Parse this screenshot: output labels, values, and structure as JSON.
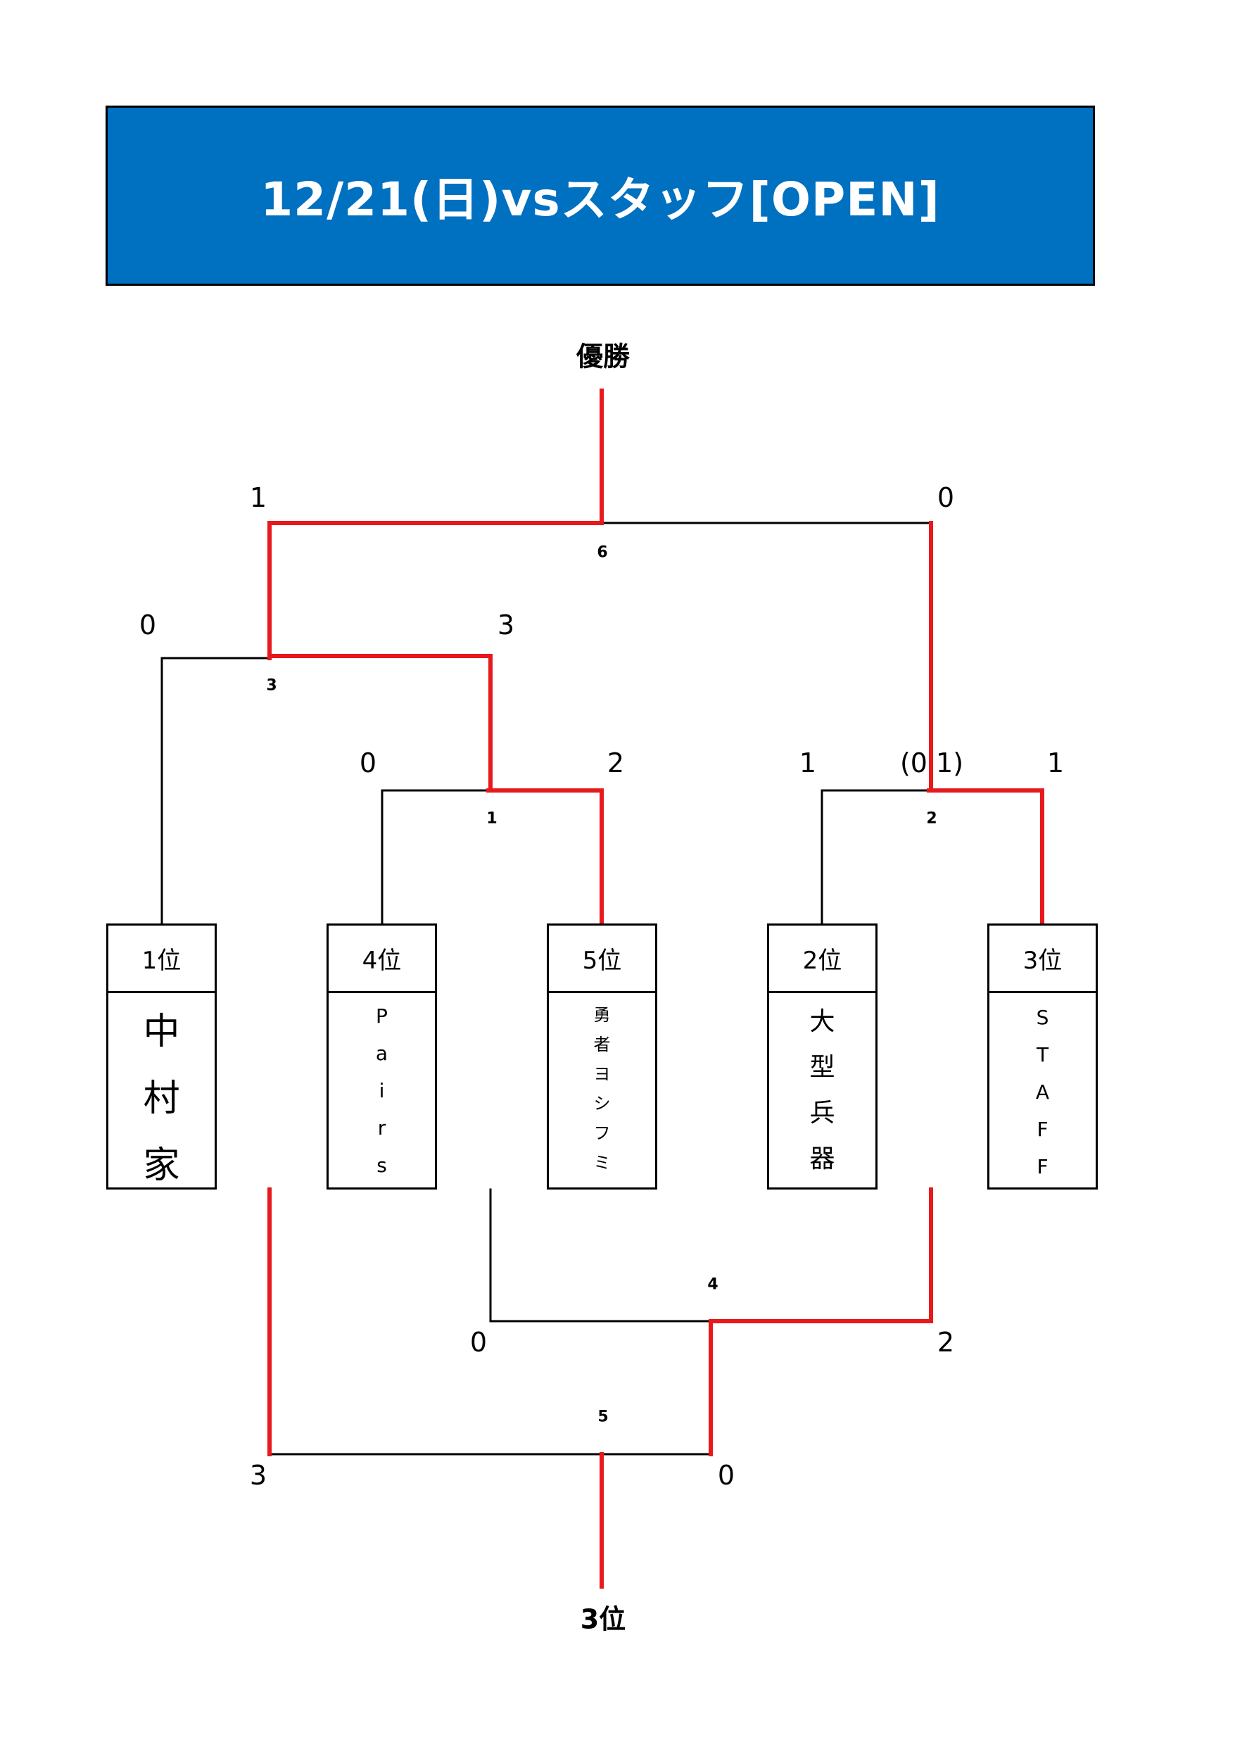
{
  "title": "12/21(日)vsスタッフ[OPEN]",
  "champion_label": "優勝",
  "third_place_label": "3位",
  "teams": [
    {
      "rank": "1位",
      "name": "中村家",
      "chars": [
        "中",
        "村",
        "家"
      ]
    },
    {
      "rank": "4位",
      "name": "Pairs",
      "chars": [
        "P",
        "a",
        "i",
        "r",
        "s"
      ]
    },
    {
      "rank": "5位",
      "name": "勇者ヨシフミ",
      "chars": [
        "勇",
        "者",
        "ヨ",
        "シ",
        "フ",
        "ミ"
      ]
    },
    {
      "rank": "2位",
      "name": "大型兵器",
      "chars": [
        "大",
        "型",
        "兵",
        "器"
      ]
    },
    {
      "rank": "3位",
      "name": "STAFF",
      "chars": [
        "S",
        "T",
        "A",
        "F",
        "F"
      ]
    }
  ],
  "matches": [
    {
      "number": "1",
      "left_score": "0",
      "right_score": "2"
    },
    {
      "number": "2",
      "left_score": "1",
      "right_score": "1",
      "note": "(0 1)"
    },
    {
      "number": "3",
      "left_score": "0",
      "right_score": "3"
    },
    {
      "number": "4",
      "left_score": "0",
      "right_score": "2"
    },
    {
      "number": "5",
      "left_score": "3",
      "right_score": "0"
    },
    {
      "number": "6",
      "left_score": "1",
      "right_score": "0"
    }
  ],
  "colors": {
    "header_bg": "#0070c0",
    "winner_line": "#e8191d",
    "line": "#000000"
  }
}
